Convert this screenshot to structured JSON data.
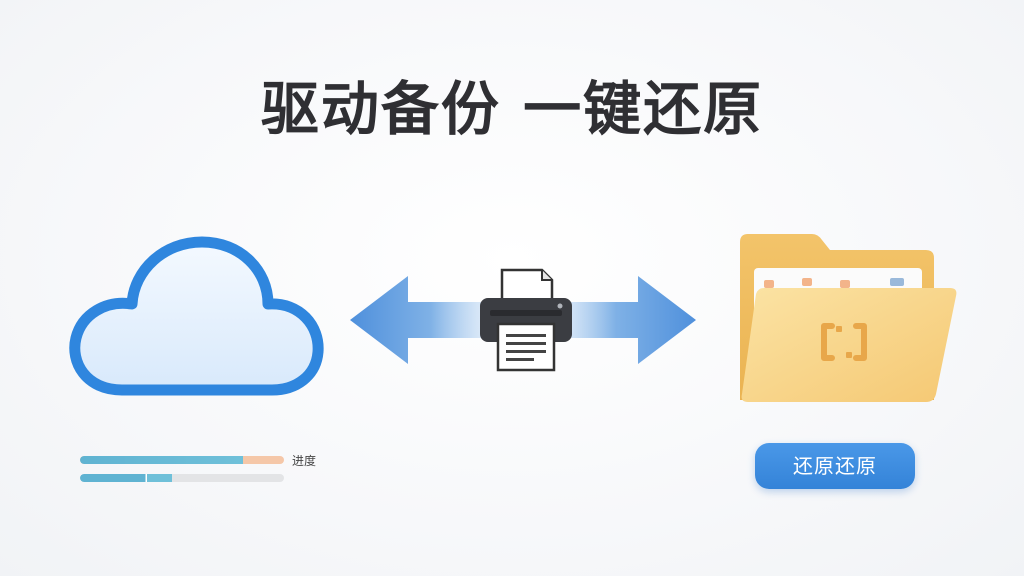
{
  "header": {
    "title": "驱动备份 一键还原"
  },
  "icons": {
    "cloud": "cloud-icon",
    "printer": "printer-icon",
    "folder": "folder-icon",
    "arrows": "bidirectional-arrow-icon"
  },
  "progress": {
    "label": "进度",
    "bar1_fraction": 0.8,
    "bar2_fraction": 0.45
  },
  "actions": {
    "restore_label": "还原还原"
  },
  "colors": {
    "title": "#2f2f33",
    "cloud_stroke": "#2f86de",
    "arrow": "#4f90dc",
    "folder": "#f5c56b",
    "button": "#3a8ae0",
    "progress_fill": "#5fb3d2",
    "progress_accent": "#f5c7a8"
  }
}
